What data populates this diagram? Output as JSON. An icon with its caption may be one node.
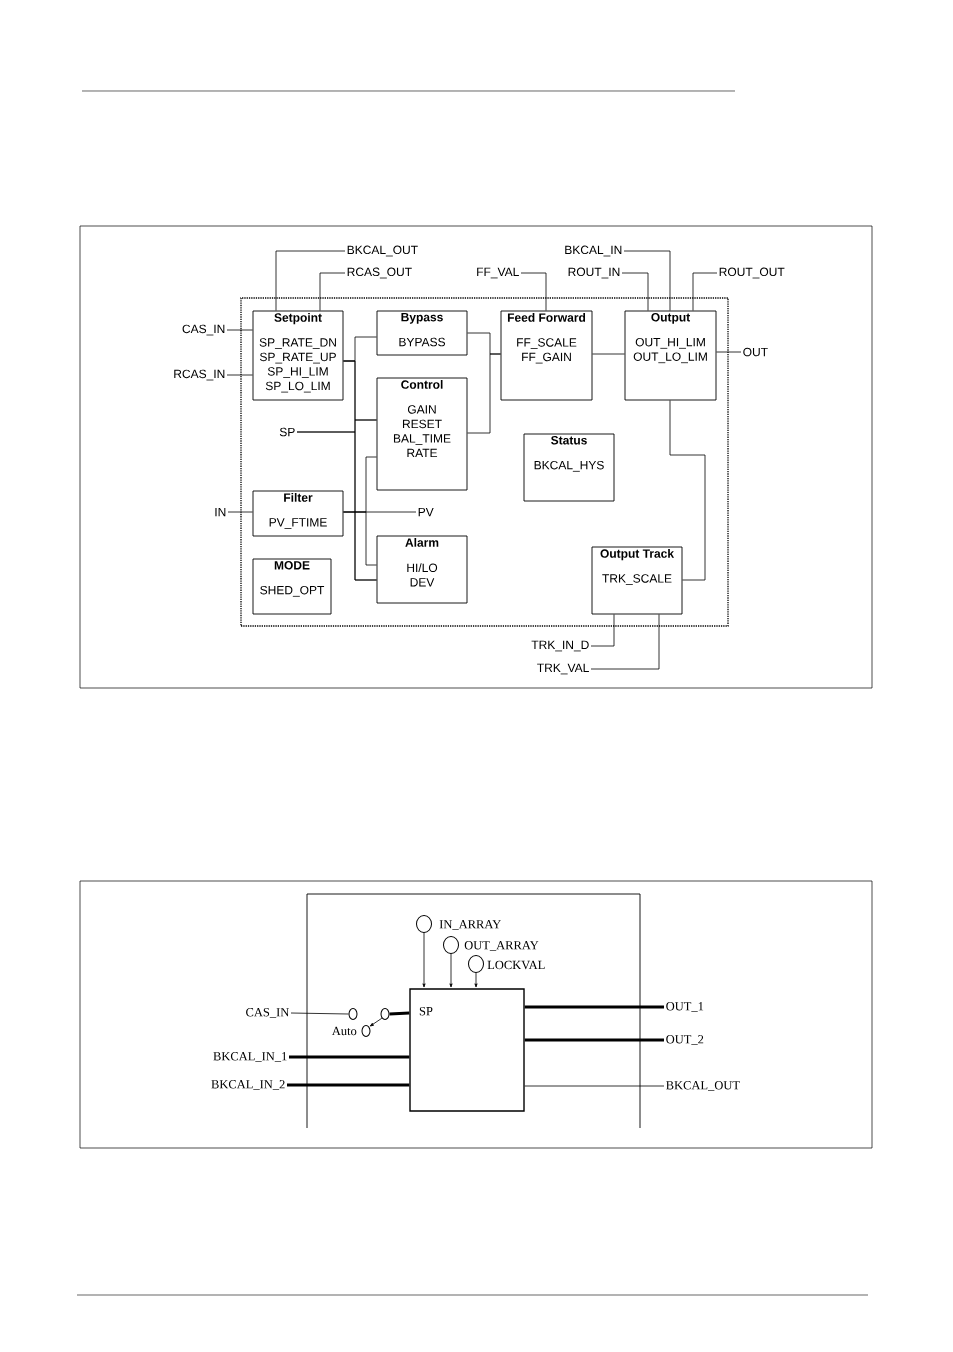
{
  "diagram": {
    "nodes": [
      {
        "text": [],
        "shape": "box"
      },
      {
        "text": [
          "Setpoint",
          "SP_RATE_DN SP_RATE_UP SP_HI_LIM SP_LO_LIM"
        ],
        "in": 0
      },
      {
        "text": [
          "Bypass",
          "BYPASS"
        ],
        "in": 0
      },
      {
        "text": [
          "Feed Forward",
          "FF_SCALE FF_GAIN"
        ],
        "in": 0
      },
      {
        "text": [
          "Output",
          "OUT_HI_LIM OUT_LO_LIM"
        ],
        "in": 0
      },
      {
        "text": [
          "Control",
          "GAIN RESET BAL_TIME RATE"
        ],
        "in": 0
      },
      {
        "text": [
          "Status",
          "BKCAL_HYS"
        ],
        "in": 0
      },
      {
        "text": [
          "Filter",
          "PV_FTIME"
        ],
        "in": 0
      },
      {
        "text": [
          "Alarm",
          "HI/LO DEV"
        ],
        "in": 0
      },
      {
        "text": [
          "MODE",
          "SHED_OPT"
        ],
        "in": 0
      },
      {
        "text": [
          "Output Track",
          "TRK_SCALE"
        ],
        "in": 0
      },
      {
        "text": [
          "BKCAL_OUT"
        ]
      },
      {
        "text": [
          "RCAS_OUT"
        ]
      },
      {
        "text": [
          "FF_VAL"
        ]
      },
      {
        "text": [
          "BKCAL_IN"
        ]
      },
      {
        "text": [
          "ROUT_IN"
        ]
      },
      {
        "text": [
          "ROUT_OUT"
        ]
      },
      {
        "text": [
          "CAS_IN"
        ]
      },
      {
        "text": [
          "RCAS_IN"
        ]
      },
      {
        "text": [
          "OUT"
        ]
      },
      {
        "text": [
          "SP"
        ],
        "in": 0
      },
      {
        "text": [
          "IN"
        ]
      },
      {
        "text": [
          "PV"
        ],
        "in": 0
      },
      {
        "text": [
          "TRK_IN_D"
        ]
      },
      {
        "text": [
          "TRK_VAL"
        ]
      },
      {
        "text": [
          "SP"
        ]
      },
      {
        "text": [],
        "shape": "circle",
        "beside": [
          "IN_ARRAY"
        ]
      },
      {
        "text": [],
        "shape": "circle",
        "beside": [
          "OUT_ARRAY"
        ]
      },
      {
        "text": [],
        "shape": "circle",
        "beside": [
          "LOCKVAL"
        ]
      },
      {
        "text": [
          "CAS_IN"
        ]
      },
      {
        "text": [],
        "shape": "circle"
      },
      {
        "text": [],
        "shape": "circle",
        "beside": [
          "Auto"
        ]
      },
      {
        "text": [],
        "shape": "circle"
      },
      {
        "text": [
          "BKCAL_IN_1"
        ]
      },
      {
        "text": [
          "BKCAL_IN_2"
        ]
      },
      {
        "text": [
          "OUT_1"
        ]
      },
      {
        "text": [
          "OUT_2"
        ]
      },
      {
        "text": [
          "BKCAL_OUT"
        ]
      }
    ],
    "edges": [
      {
        "from": 1,
        "to": 11,
        "arrow": "none"
      },
      {
        "from": 1,
        "to": 12,
        "arrow": "none"
      },
      {
        "from": 13,
        "to": 3,
        "arrow": "none"
      },
      {
        "from": 14,
        "to": 4,
        "arrow": "none"
      },
      {
        "from": 15,
        "to": 4,
        "arrow": "none"
      },
      {
        "from": 4,
        "to": 16,
        "arrow": "none"
      },
      {
        "from": 17,
        "to": 1,
        "arrow": "none"
      },
      {
        "from": 18,
        "to": 1,
        "arrow": "none"
      },
      {
        "from": 4,
        "to": 19,
        "arrow": "none"
      },
      {
        "from": 21,
        "to": 7,
        "arrow": "none"
      },
      {
        "from": 7,
        "to": 22,
        "arrow": "none"
      },
      {
        "from": 1,
        "to": 2,
        "arrow": "none"
      },
      {
        "from": 1,
        "to": 5,
        "arrow": "none"
      },
      {
        "from": 1,
        "to": 8,
        "arrow": "none"
      },
      {
        "from": 20,
        "to": 5,
        "arrow": "none"
      },
      {
        "from": 20,
        "to": 8,
        "arrow": "none"
      },
      {
        "from": 7,
        "to": 5,
        "arrow": "none"
      },
      {
        "from": 7,
        "to": 8,
        "arrow": "none"
      },
      {
        "from": 2,
        "to": 3,
        "arrow": "none"
      },
      {
        "from": 5,
        "to": 3,
        "arrow": "none"
      },
      {
        "from": 3,
        "to": 4,
        "arrow": "none"
      },
      {
        "from": 4,
        "to": 10,
        "arrow": "none"
      },
      {
        "from": 10,
        "to": 23,
        "arrow": "none"
      },
      {
        "from": 10,
        "to": 24,
        "arrow": "none"
      },
      {
        "from": 26,
        "to": 25,
        "arrow": "to"
      },
      {
        "from": 27,
        "to": 25,
        "arrow": "to"
      },
      {
        "from": 28,
        "to": 25,
        "arrow": "to"
      },
      {
        "from": 29,
        "to": 30,
        "arrow": "none"
      },
      {
        "from": 32,
        "to": 31,
        "arrow": "to"
      },
      {
        "from": 32,
        "to": 25,
        "arrow": "none",
        "style": "thick"
      },
      {
        "from": 33,
        "to": 25,
        "arrow": "none",
        "style": "thick"
      },
      {
        "from": 34,
        "to": 25,
        "arrow": "none",
        "style": "thick"
      },
      {
        "from": 25,
        "to": 35,
        "arrow": "none",
        "style": "thick"
      },
      {
        "from": 25,
        "to": 36,
        "arrow": "none",
        "style": "thick"
      },
      {
        "from": 25,
        "to": 37,
        "arrow": "none"
      }
    ]
  }
}
